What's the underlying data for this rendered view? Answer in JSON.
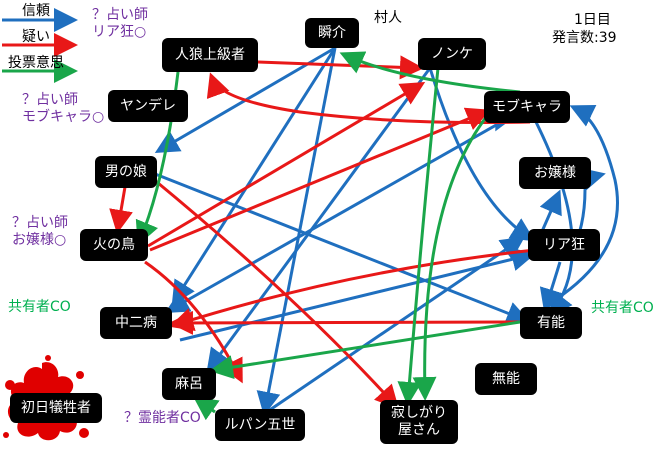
{
  "legend": {
    "trust": "信頼",
    "doubt": "疑い",
    "vote": "投票意思"
  },
  "colors": {
    "trust": "#1f6fbf",
    "doubt": "#e81818",
    "vote": "#1aa64a",
    "node_bg": "#000000",
    "note_purple": "#7030a0",
    "note_green": "#00b050",
    "blood": "#e00000"
  },
  "header": {
    "day": "1日目",
    "post_count": "発言数:39",
    "role": "村人"
  },
  "nodes": {
    "shunsuke": "瞬介",
    "jinro": "人狼上級者",
    "nonke": "ノンケ",
    "yandere": "ヤンデレ",
    "mobu": "モブキャラ",
    "otokonoko": "男の娘",
    "ojousama": "お嬢様",
    "hinotori": "火の鳥",
    "riakyou": "リア狂",
    "chuunibyou": "中二病",
    "yuunou": "有能",
    "asaro": "麻呂",
    "munou": "無能",
    "lupin": "ルパン五世",
    "sabishigari": "寂しがり\n屋さん",
    "victim": "初日犠牲者"
  },
  "notes": {
    "seer_ria": "？占い師\nリア狂○",
    "seer_mobu": "？占い師\nモブキャラ○",
    "seer_ojou": "？占い師\nお嬢様○",
    "sharer_left": "共有者CO",
    "sharer_right": "共有者CO",
    "medium": "？霊能者CO"
  }
}
